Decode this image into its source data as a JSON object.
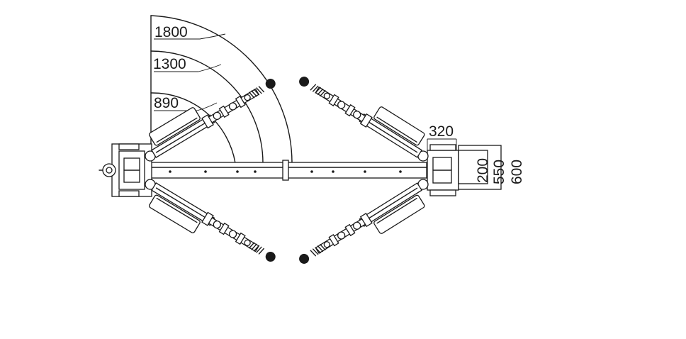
{
  "radius_labels": [
    "1800",
    "1300",
    "890"
  ],
  "dimension_labels": {
    "width": "320",
    "depth_inner": "200",
    "depth_mid": "550",
    "depth_outer": "600"
  }
}
